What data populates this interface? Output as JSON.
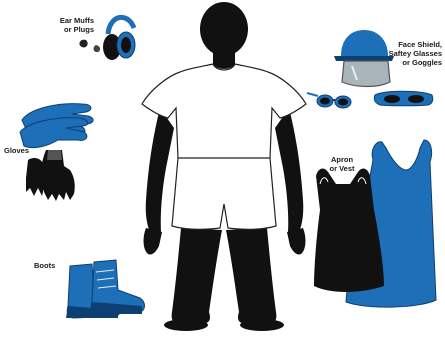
{
  "labels": {
    "ear_protection_line1": "Ear Muffs",
    "ear_protection_line2": "or Plugs",
    "face_protection_line1": "Face Shield,",
    "face_protection_line2": "Saftey Glasses",
    "face_protection_line3": "or Goggles",
    "gloves": "Gloves",
    "apron_line1": "Apron",
    "apron_line2": "or Vest",
    "boots": "Boots"
  },
  "colors": {
    "equipment_blue": "#1d6fb8",
    "dark_blue": "#0d3f73",
    "figure_black": "#111111",
    "clothing_white": "#ffffff",
    "shield_gray": "#a9b3ba"
  },
  "icons": [
    "ear-muffs-icon",
    "ear-plugs-icon",
    "hard-hat-icon",
    "face-shield-icon",
    "safety-glasses-icon",
    "goggles-icon",
    "rubber-gloves-icon",
    "work-gloves-icon",
    "boots-icon",
    "apron-icon",
    "vest-icon",
    "worker-figure"
  ]
}
